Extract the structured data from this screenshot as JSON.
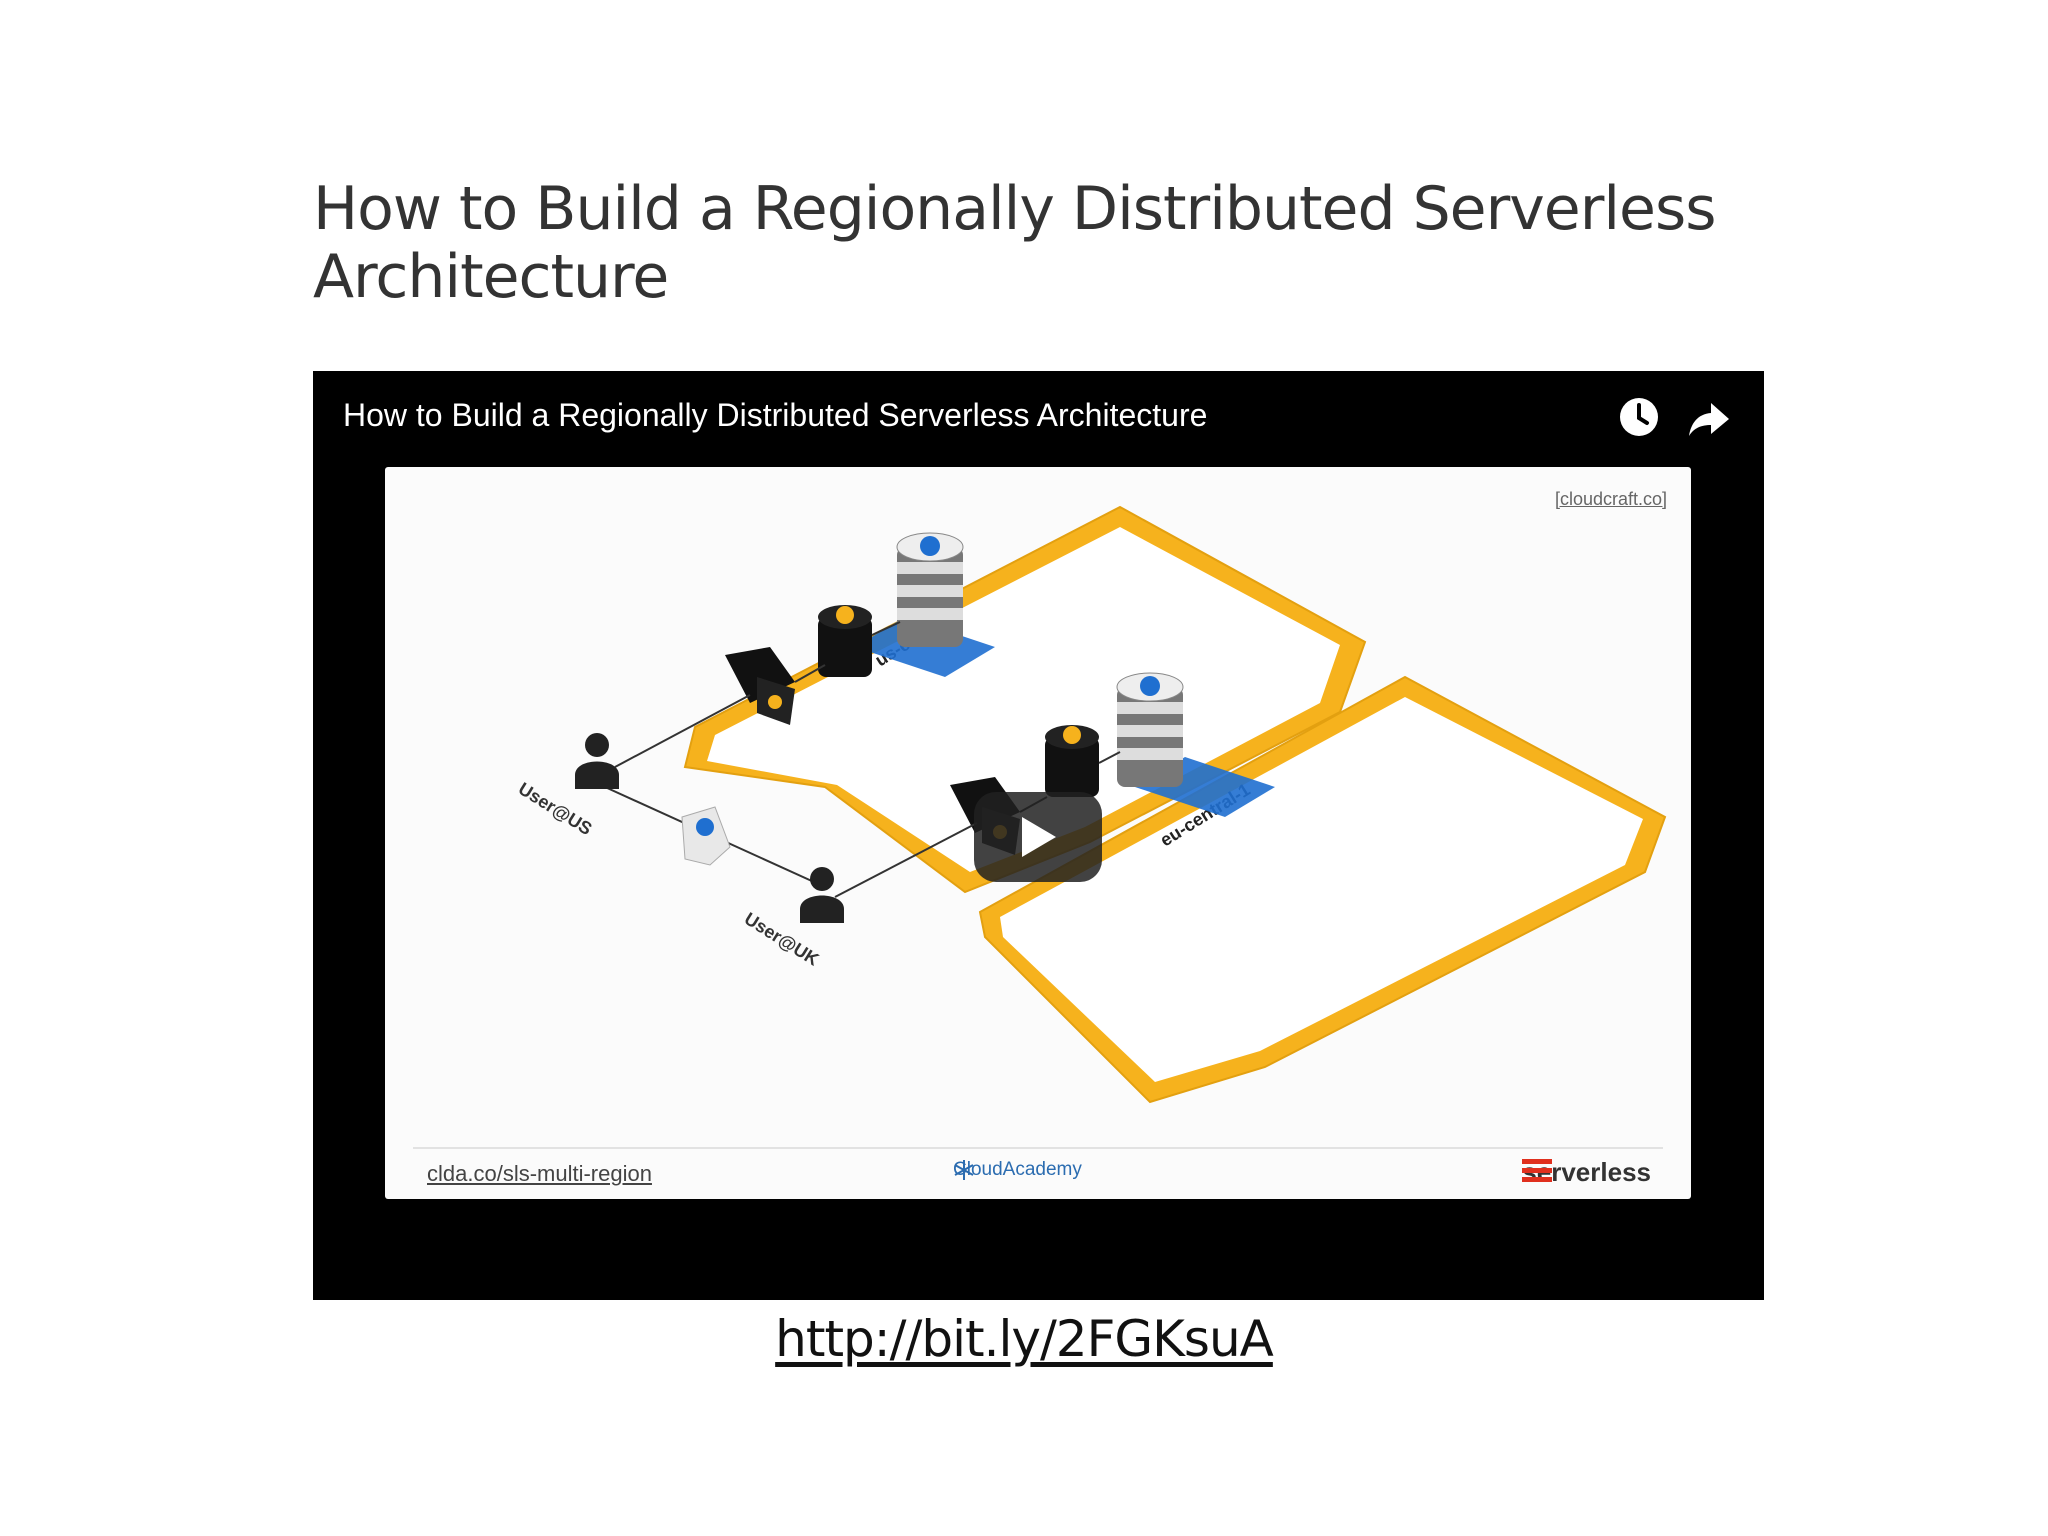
{
  "page": {
    "title": "How to Build a Regionally Distributed Serverless Architecture",
    "short_link": "http://bit.ly/2FGKsuA"
  },
  "player": {
    "title": "How to Build a Regionally Distributed Serverless Architecture",
    "icons": [
      "clock-icon",
      "share-arrow-icon",
      "play-icon"
    ],
    "slide": {
      "credit": "[cloudcraft.co]",
      "regions": [
        "us-east-1",
        "eu-central-1"
      ],
      "users": [
        "User@US",
        "User@UK"
      ],
      "footer_link": "clda.co/sls-multi-region",
      "brand_center": "CloudAcademy",
      "brand_right": "serverless"
    }
  },
  "colors": {
    "region_border": "#f5b01c",
    "dynamodb_blue": "#1f6fd0",
    "player_bg": "#000000"
  }
}
